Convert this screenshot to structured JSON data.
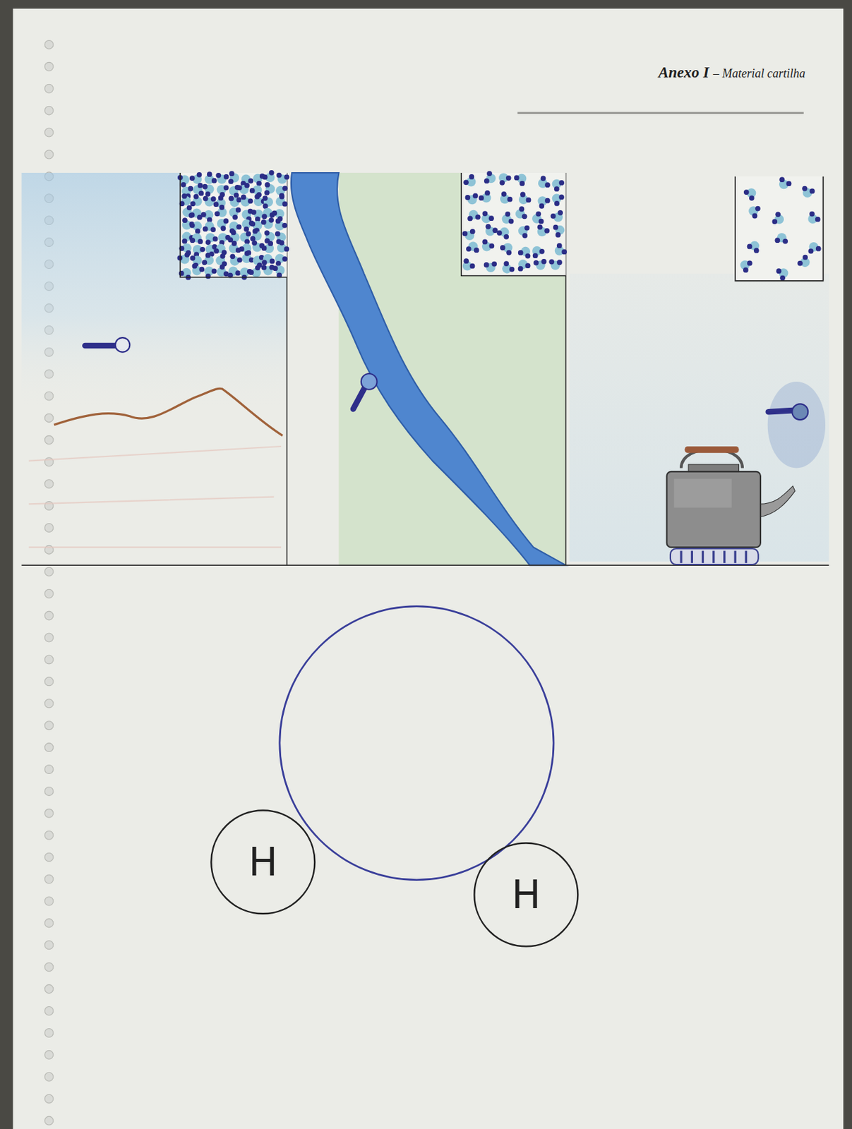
{
  "diagram": {
    "nodes": [
      {
        "text": [
          "H"
        ]
      },
      {
        "text": [
          "H"
        ]
      }
    ],
    "labels": [
      "Anexo I",
      "– Material cartilha"
    ]
  }
}
